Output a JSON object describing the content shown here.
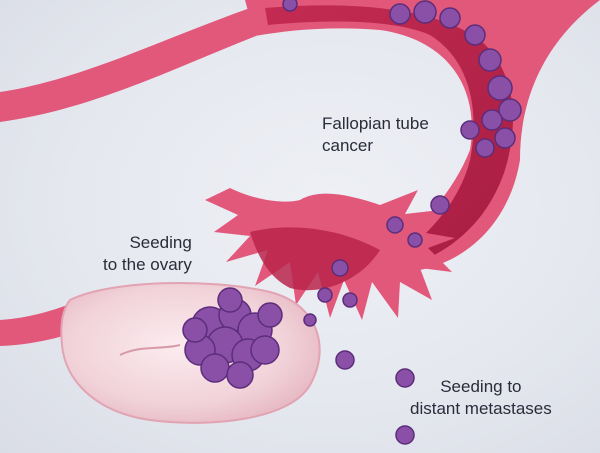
{
  "labels": {
    "fallopian": {
      "line1": "Fallopian tube",
      "line2": "cancer"
    },
    "ovary": {
      "line1": "Seeding",
      "line2": "to the ovary"
    },
    "distant": {
      "line1": "Seeding to",
      "line2": "distant metastases"
    }
  },
  "colors": {
    "tissue": "#e2587b",
    "tissue_dark": "#c23a5f",
    "lumen": "#b8234a",
    "ovary": "#f3d5da",
    "cancer_cell": "#8a50a8",
    "cancer_cell_dark": "#5c2d7a",
    "text": "#2b2b3a"
  }
}
